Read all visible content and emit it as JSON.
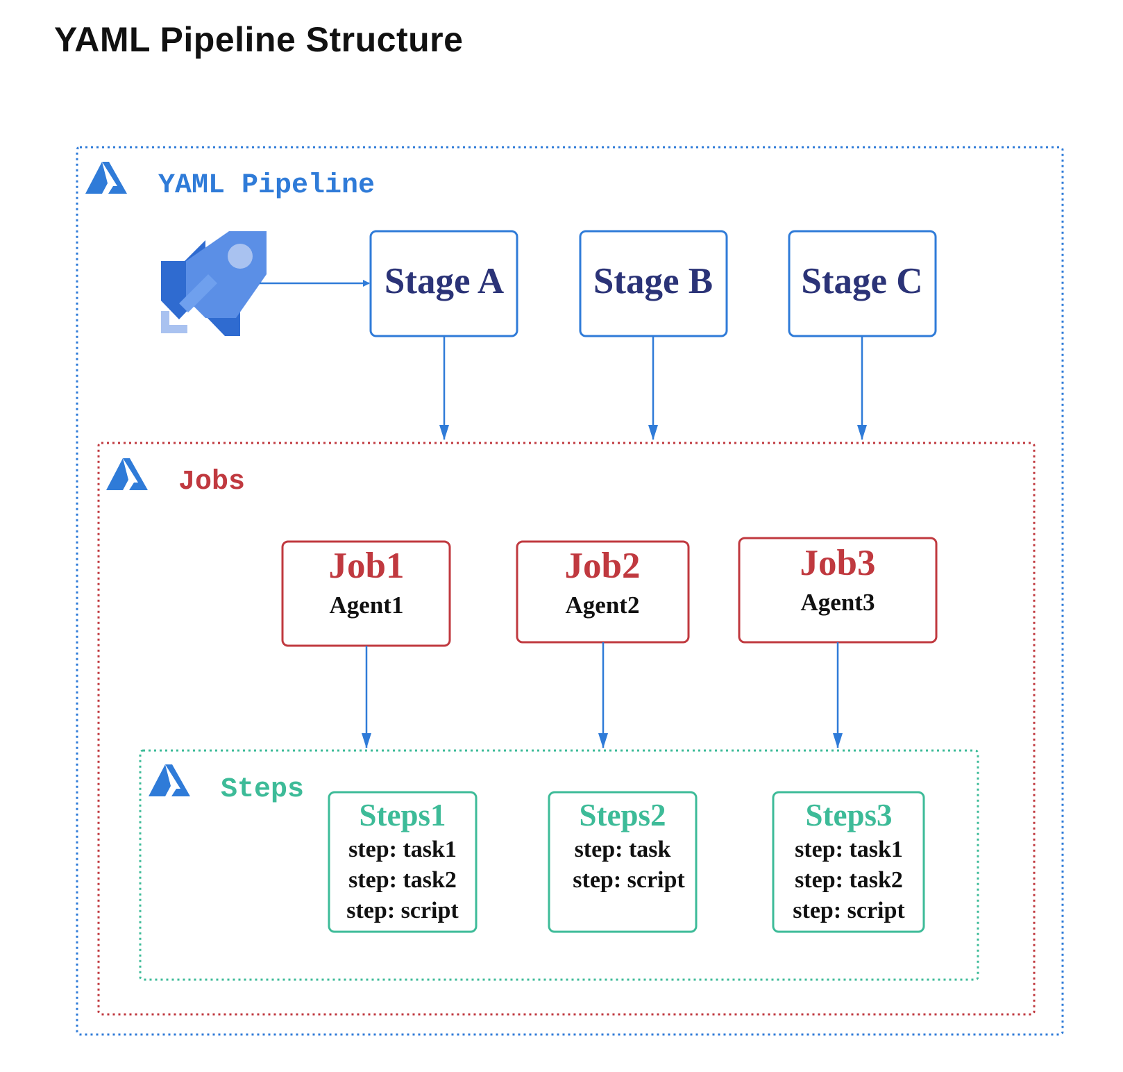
{
  "page_title": "YAML Pipeline Structure",
  "colors": {
    "pipeline": "#2f7bd8",
    "jobs": "#c0393f",
    "steps": "#3dbb98",
    "stage_text": "#2b3377",
    "arrow": "#2f7bd8"
  },
  "pipeline": {
    "label": "YAML Pipeline",
    "logo_icon": "azure-devops-logo-icon",
    "rocket_icon": "azure-pipelines-rocket-icon",
    "stages": [
      {
        "label": "Stage A"
      },
      {
        "label": "Stage B"
      },
      {
        "label": "Stage C"
      }
    ]
  },
  "jobs": {
    "label": "Jobs",
    "logo_icon": "azure-devops-logo-icon",
    "items": [
      {
        "name": "Job1",
        "agent": "Agent1"
      },
      {
        "name": "Job2",
        "agent": "Agent2"
      },
      {
        "name": "Job3",
        "agent": "Agent3"
      }
    ]
  },
  "steps": {
    "label": "Steps",
    "logo_icon": "azure-devops-logo-icon",
    "items": [
      {
        "name": "Steps1",
        "lines": [
          "step: task1",
          "step: task2",
          "step: script"
        ]
      },
      {
        "name": "Steps2",
        "lines": [
          "step: task",
          "step: script"
        ]
      },
      {
        "name": "Steps3",
        "lines": [
          "step: task1",
          "step: task2",
          "step: script"
        ]
      }
    ]
  }
}
